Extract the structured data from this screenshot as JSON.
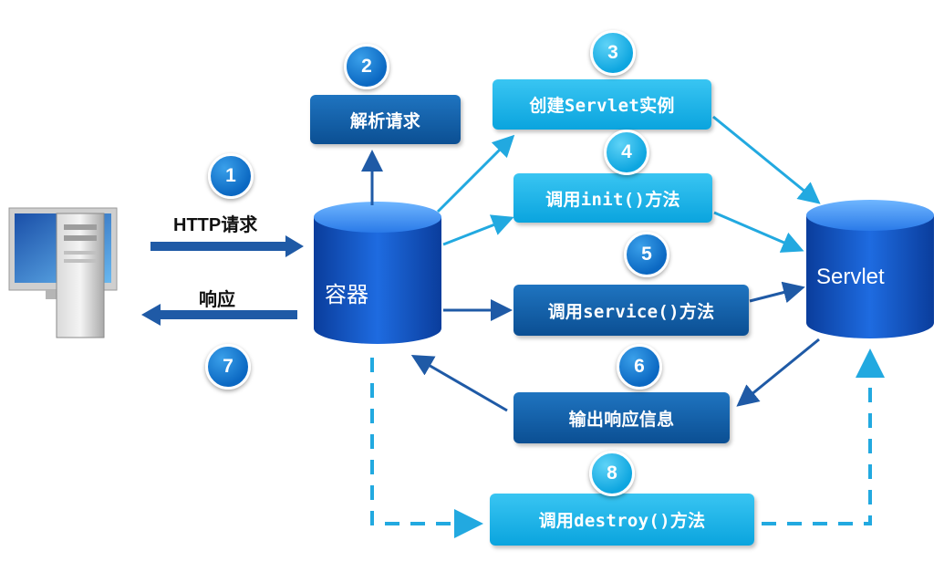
{
  "labels": {
    "http_request": "HTTP请求",
    "response": "响应",
    "container": "容器",
    "servlet": "Servlet"
  },
  "steps": {
    "s1": "1",
    "s2": "2",
    "s3": "3",
    "s4": "4",
    "s5": "5",
    "s6": "6",
    "s7": "7",
    "s8": "8"
  },
  "boxes": {
    "parse_request": "解析请求",
    "create_servlet": "创建Servlet实例",
    "call_init": "调用init()方法",
    "call_service": "调用service()方法",
    "output_response": "输出响应信息",
    "call_destroy": "调用destroy()方法"
  },
  "colors": {
    "dark_blue": "#0b4f93",
    "light_blue": "#0aa4de",
    "arrow_dark": "#1f5aa6",
    "arrow_light": "#22a9e0"
  }
}
